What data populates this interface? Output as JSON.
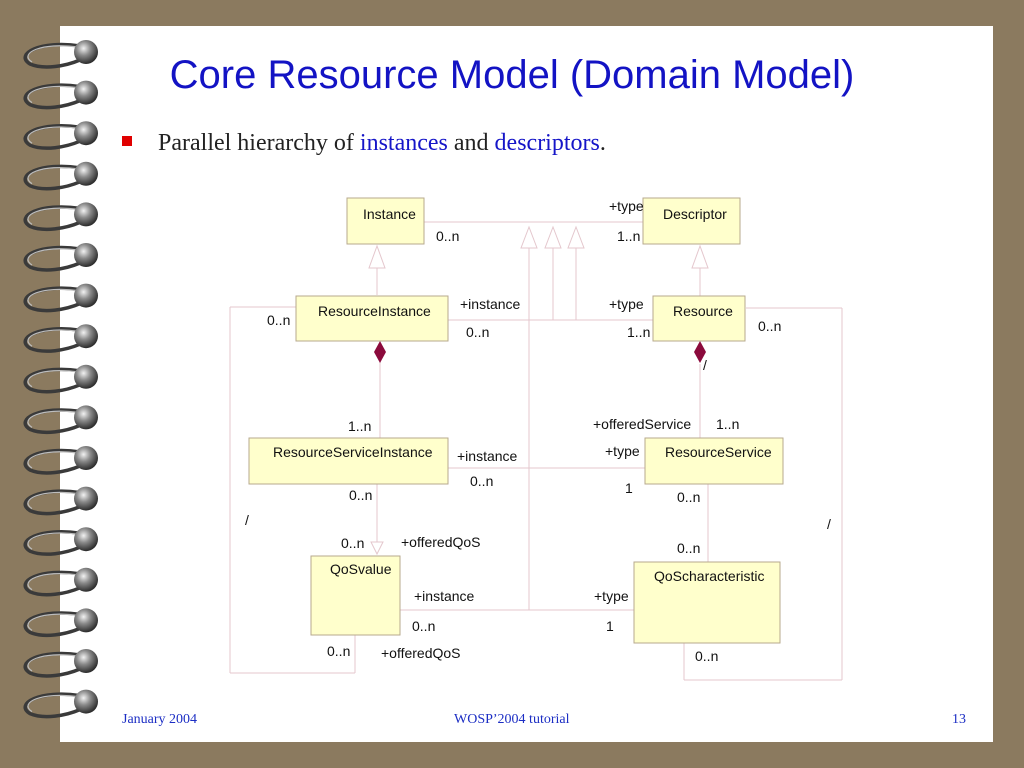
{
  "title": "Core Resource Model (Domain Model)",
  "bullet": {
    "text_before": "Parallel hierarchy of ",
    "highlight1": "instances",
    "text_mid": " and ",
    "highlight2": "descriptors",
    "text_after": "."
  },
  "diagram": {
    "classes": {
      "instance": "Instance",
      "descriptor": "Descriptor",
      "resource_instance": "ResourceInstance",
      "resource": "Resource",
      "resource_service_instance": "ResourceServiceInstance",
      "resource_service": "ResourceService",
      "qos_value": "QoSvalue",
      "qos_characteristic": "QoScharacteristic"
    },
    "labels": {
      "top_type": "+type",
      "top_0n": "0..n",
      "top_1n": "1..n",
      "ri_left_0n": "0..n",
      "mid_instance": "+instance",
      "mid_type": "+type",
      "mid_0n": "0..n",
      "mid_1n": "1..n",
      "res_right_0n": "0..n",
      "slash_res": "/",
      "rsi_1n": "1..n",
      "offered_service": "+offeredService",
      "rs_1n": "1..n",
      "rsi_instance": "+instance",
      "rs_type": "+type",
      "rsi_link_0n": "0..n",
      "rs_link_1": "1",
      "rsi_below_0n": "0..n",
      "rs_below_0n": "0..n",
      "slash_left": "/",
      "slash_right": "/",
      "qv_top_0n": "0..n",
      "offered_qos_top": "+offeredQoS",
      "qc_top_0n": "0..n",
      "qv_instance": "+instance",
      "qc_type": "+type",
      "qv_link_0n": "0..n",
      "qc_link_1": "1",
      "qv_bottom_0n": "0..n",
      "offered_qos_bottom": "+offeredQoS",
      "qc_bottom_0n": "0..n"
    }
  },
  "footer": {
    "date": "January 2004",
    "center": "WOSP’2004 tutorial",
    "page": "13"
  },
  "colors": {
    "background": "#8b7a5f",
    "title": "#1313c4",
    "bullet": "#e00000",
    "class_fill": "#ffffcc",
    "diamond": "#8b0a3c",
    "connector": "#e4c7cd"
  }
}
